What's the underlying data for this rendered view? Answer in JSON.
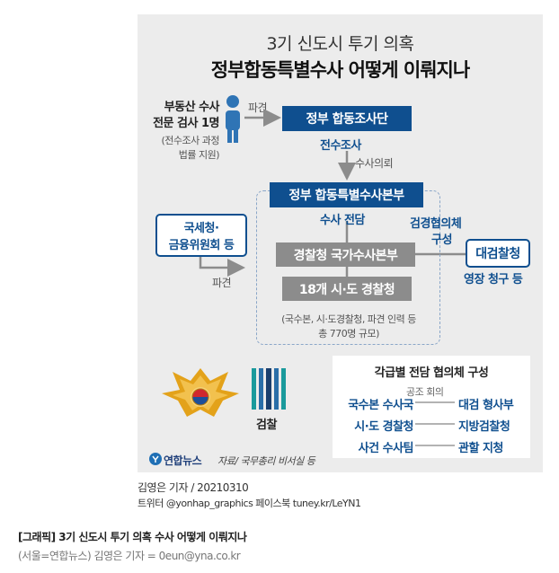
{
  "title_top": "3기 신도시 투기 의혹",
  "title_main": "정부합동특별수사 어떻게 이뤄지나",
  "prosecutor": {
    "line1": "부동산 수사",
    "line2": "전문 검사 1명",
    "note1": "(전수조사 과정",
    "note2": "법률 지원)"
  },
  "label_dispatch1": "파견",
  "box_joint_team": "정부 합동조사단",
  "label_full_survey": "전수조사",
  "label_request": "수사의뢰",
  "box_special_hq": "정부 합동특별수사본부",
  "label_dedicated": "수사 전담",
  "agency": {
    "line1": "국세청·",
    "line2": "금융위원회 등"
  },
  "label_dispatch2": "파견",
  "box_national_hq": "경찰청 국가수사본부",
  "box_regional": "18개 시·도 경찰청",
  "note_staff1": "(국수본, 시·도경찰청, 파견 인력 등",
  "note_staff2": "총 770명 규모)",
  "council_label1": "검경협의체",
  "council_label2": "구성",
  "box_supreme": "대검찰청",
  "label_warrant": "영장 청구 등",
  "council": {
    "title": "각급별 전담 협의체 구성",
    "cooperation": "공조 회의",
    "rows": [
      {
        "left": "국수본 수사국",
        "right": "대검 형사부"
      },
      {
        "left": "시·도 경찰청",
        "right": "지방검찰청"
      },
      {
        "left": "사건 수사팀",
        "right": "관할 지청"
      }
    ]
  },
  "prosecution_logo_text": "검찰",
  "yonhap_logo": "연합뉴스",
  "source": "자료/ 국무총리 비서실 등",
  "credit1": "김영은 기자 / 20210310",
  "credit2": "트위터 @yonhap_graphics  페이스북 tuney.kr/LeYN1",
  "caption1": "[그래픽] 3기 신도시 투기 의혹 수사 어떻게 이뤄지나",
  "caption2": "(서울=연합뉴스) 김영은 기자 = 0eun@yna.co.kr",
  "colors": {
    "navy": "#0f4f8f",
    "gray_box": "#8c8c8c",
    "panel": "#ececec",
    "gold": "#e3a21a"
  }
}
